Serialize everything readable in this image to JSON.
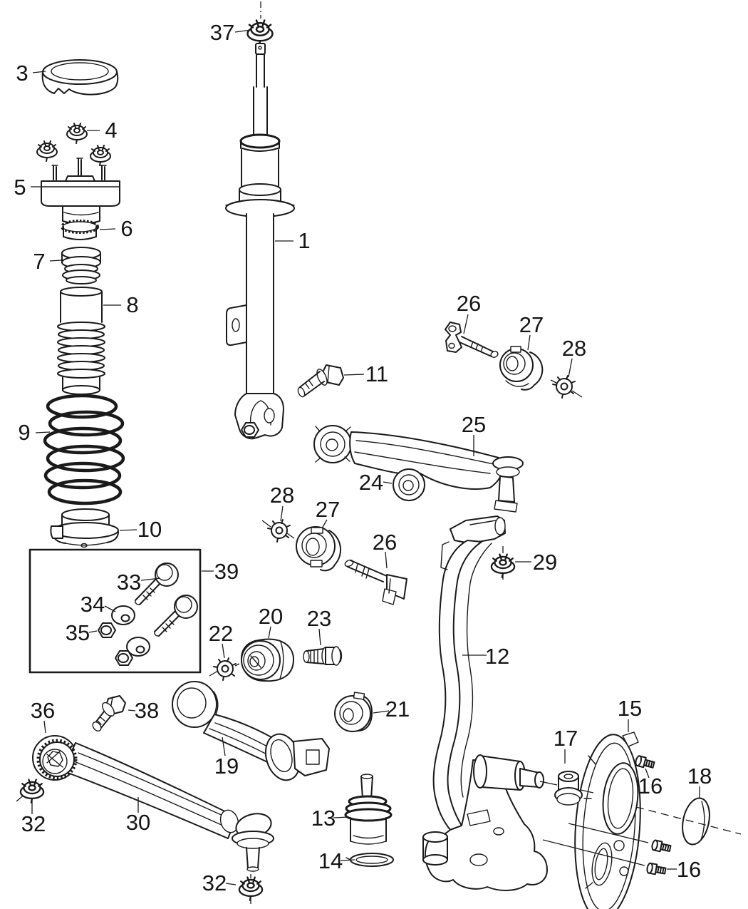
{
  "figure": {
    "type": "exploded-parts-diagram",
    "subject": "front-suspension",
    "background": "#ffffff",
    "line_color": "#1a1a1a"
  },
  "diagram": {
    "callouts": [
      {
        "label": "37"
      },
      {
        "label": "3"
      },
      {
        "label": "4"
      },
      {
        "label": "5"
      },
      {
        "label": "6"
      },
      {
        "label": "7"
      },
      {
        "label": "8"
      },
      {
        "label": "1"
      },
      {
        "label": "9"
      },
      {
        "label": "10"
      },
      {
        "label": "11"
      },
      {
        "label": "26"
      },
      {
        "label": "27"
      },
      {
        "label": "28"
      },
      {
        "label": "25"
      },
      {
        "label": "24"
      },
      {
        "label": "28"
      },
      {
        "label": "27"
      },
      {
        "label": "26"
      },
      {
        "label": "29"
      },
      {
        "label": "39"
      },
      {
        "label": "33"
      },
      {
        "label": "34"
      },
      {
        "label": "35"
      },
      {
        "label": "22"
      },
      {
        "label": "20"
      },
      {
        "label": "23"
      },
      {
        "label": "12"
      },
      {
        "label": "36"
      },
      {
        "label": "38"
      },
      {
        "label": "21"
      },
      {
        "label": "19"
      },
      {
        "label": "13"
      },
      {
        "label": "14"
      },
      {
        "label": "32"
      },
      {
        "label": "30"
      },
      {
        "label": "32"
      },
      {
        "label": "15"
      },
      {
        "label": "17"
      },
      {
        "label": "16"
      },
      {
        "label": "18"
      },
      {
        "label": "16"
      }
    ]
  }
}
